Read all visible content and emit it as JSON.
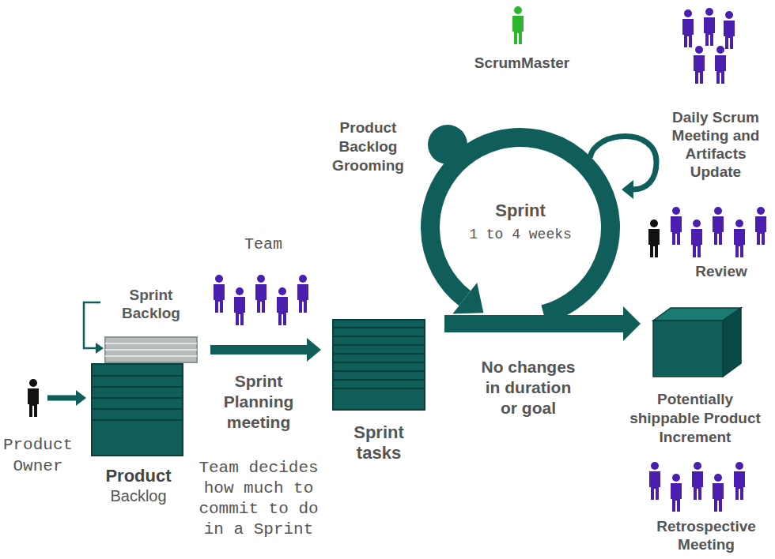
{
  "diagram": {
    "nodes": [
      {
        "text": [
          "Product Owner"
        ]
      },
      {
        "text": [
          "Sprint Backlog"
        ]
      },
      {
        "text": [
          "Product",
          "Backlog"
        ]
      },
      {
        "text": [
          "Sprint tasks"
        ]
      },
      {
        "text": [
          "Product Backlog Grooming"
        ]
      },
      {
        "text": [
          "Sprint",
          "1 to 4 weeks"
        ]
      },
      {
        "text": [
          "Potentially shippable Product Increment"
        ]
      }
    ],
    "edges": [
      {
        "from": 0,
        "to": 2,
        "arrow": "to"
      },
      {
        "from": 1,
        "to": 3,
        "arrow": "to"
      },
      {
        "from": 3,
        "to": 6,
        "arrow": "to"
      }
    ],
    "labels": [
      "ScrumMaster",
      "Daily Scrum Meeting and Artifacts Update",
      "Team",
      "Review",
      "Sprint Planning meeting",
      "No changes in duration or goal",
      "Team decides how much to commit to do in a Sprint",
      "Retrospective Meeting"
    ]
  }
}
